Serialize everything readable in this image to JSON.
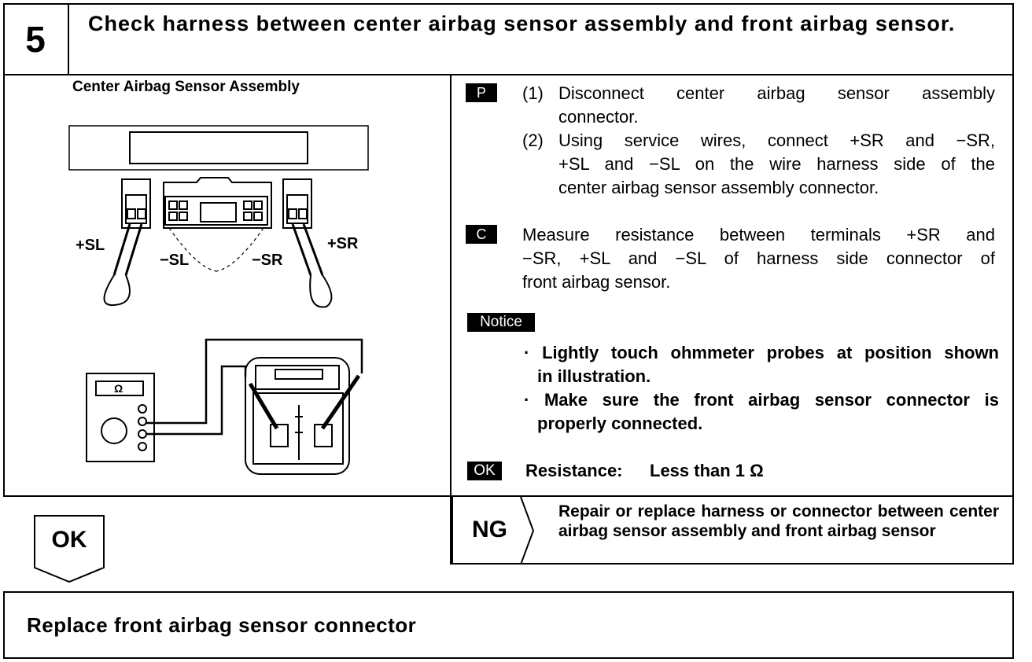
{
  "step": {
    "number": "5",
    "title": "Check harness between center airbag sensor assembly and front airbag sensor."
  },
  "figure": {
    "caption": "Center Airbag Sensor Assembly",
    "labels": {
      "plus_sl": "+SL",
      "minus_sl": "−SL",
      "minus_sr": "−SR",
      "plus_sr": "+SR",
      "ohm": "Ω"
    }
  },
  "prepare": {
    "tag": "P",
    "step1_num": "(1)",
    "step1_line1": "Disconnect center airbag sensor assembly",
    "step1_line2": "connector.",
    "step2_num": "(2)",
    "step2_line1": "Using service wires, connect +SR and −SR,",
    "step2_line2": "+SL and −SL on the wire harness side of the",
    "step2_line3": "center airbag sensor assembly connector."
  },
  "check": {
    "tag": "C",
    "line1": "Measure resistance between terminals +SR and",
    "line2": "−SR, +SL and −SL of harness side connector of",
    "line3": "front airbag sensor."
  },
  "notice": {
    "tag": "Notice",
    "bullet1_line1": "· Lightly touch ohmmeter probes at position shown",
    "bullet1_line2": "in illustration.",
    "bullet2_line1": "· Make sure the front airbag sensor connector is",
    "bullet2_line2": "properly connected."
  },
  "ok_spec": {
    "tag": "OK",
    "label": "Resistance:",
    "value": "Less than 1 Ω"
  },
  "ok_branch": {
    "label": "OK"
  },
  "ng_branch": {
    "label": "NG",
    "text": "Repair or replace harness or connector between center airbag sensor assembly and front airbag sensor"
  },
  "result": {
    "text": "Replace front airbag sensor connector"
  }
}
